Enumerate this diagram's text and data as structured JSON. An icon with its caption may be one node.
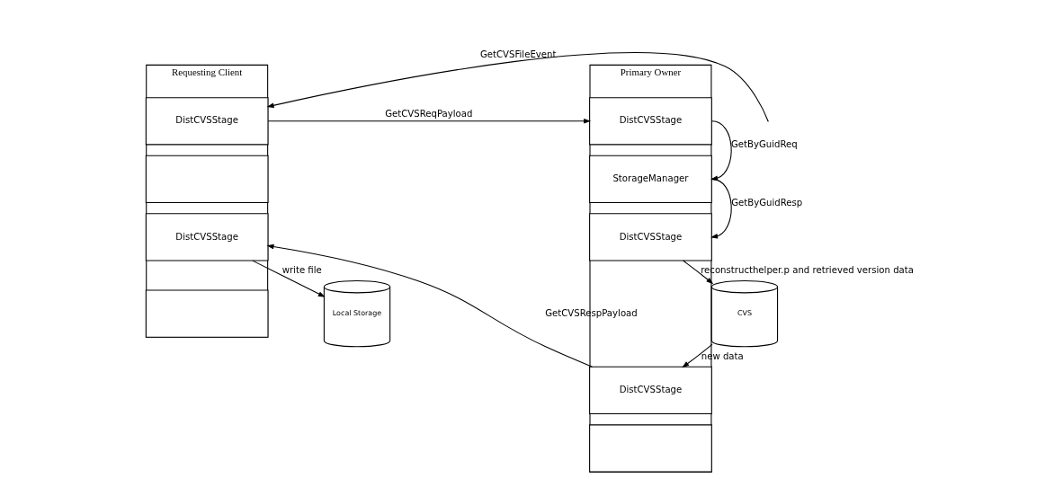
{
  "diagram": {
    "nodes": [
      {
        "text": [
          "Requesting Client"
        ]
      },
      {
        "text": [
          "DistCVSStage"
        ],
        "in": 0
      },
      {
        "text": [],
        "shape": "box",
        "in": 0
      },
      {
        "text": [
          "DistCVSStage"
        ],
        "in": 0
      },
      {
        "text": [],
        "shape": "box",
        "in": 0
      },
      {
        "text": [
          "Primary Owner"
        ]
      },
      {
        "text": [
          "DistCVSStage"
        ],
        "in": 5
      },
      {
        "text": [
          "StorageManager"
        ],
        "in": 5
      },
      {
        "text": [
          "DistCVSStage"
        ],
        "in": 5
      },
      {
        "text": [
          "DistCVSStage"
        ],
        "in": 5
      },
      {
        "text": [],
        "shape": "box",
        "in": 5
      },
      {
        "text": [
          "Local Storage"
        ]
      },
      {
        "text": [
          "CVS"
        ]
      }
    ],
    "edges": [
      {
        "from": null,
        "to": 1,
        "arrow": "to",
        "label": "GetCVSFileEvent"
      },
      {
        "from": 1,
        "to": 6,
        "arrow": "to",
        "label": "GetCVSReqPayload"
      },
      {
        "from": 6,
        "to": 7,
        "arrow": "to",
        "label": "GetByGuidReq"
      },
      {
        "from": 7,
        "to": 8,
        "arrow": "to",
        "label": "GetByGuidResp"
      },
      {
        "from": 8,
        "to": 12,
        "arrow": "to",
        "label": "reconstructhelper.p and retrieved version data"
      },
      {
        "from": 12,
        "to": 9,
        "arrow": "to",
        "label": "new data"
      },
      {
        "from": 9,
        "to": 3,
        "arrow": "to",
        "label": "GetCVSRespPayload"
      },
      {
        "from": 3,
        "to": 11,
        "arrow": "to",
        "label": "write file"
      }
    ]
  }
}
